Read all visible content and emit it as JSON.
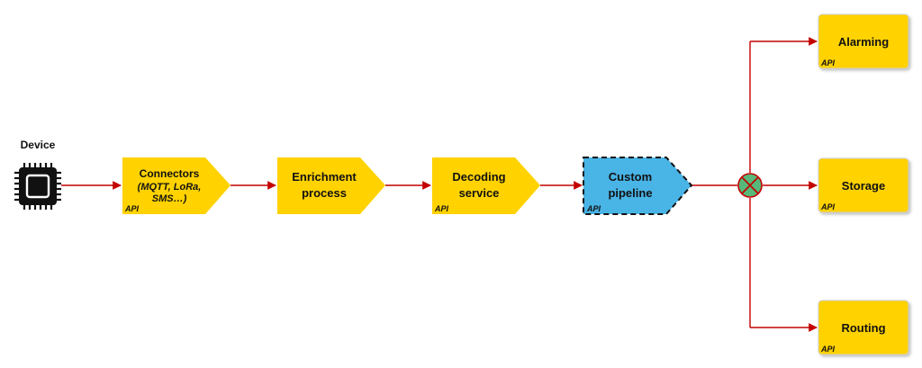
{
  "colors": {
    "yellow": "#ffd200",
    "blue": "#49b4e6",
    "connector": "#c40000",
    "junction_fill": "#56b97a",
    "device": "#111111",
    "text": "#111111"
  },
  "device": {
    "label": "Device",
    "icon": "chip-icon"
  },
  "pipeline": [
    {
      "title_line1": "Connectors",
      "subtitle_line1": "(MQTT, LoRa,",
      "subtitle_line2": "SMS…)",
      "api": "API"
    },
    {
      "title_line1": "Enrichment",
      "title_line2": "process"
    },
    {
      "title_line1": "Decoding",
      "title_line2": "service",
      "api": "API"
    },
    {
      "title_line1": "Custom",
      "title_line2": "pipeline",
      "api": "API"
    }
  ],
  "outputs": [
    {
      "label": "Alarming",
      "api": "API"
    },
    {
      "label": "Storage",
      "api": "API"
    },
    {
      "label": "Routing",
      "api": "API"
    }
  ]
}
